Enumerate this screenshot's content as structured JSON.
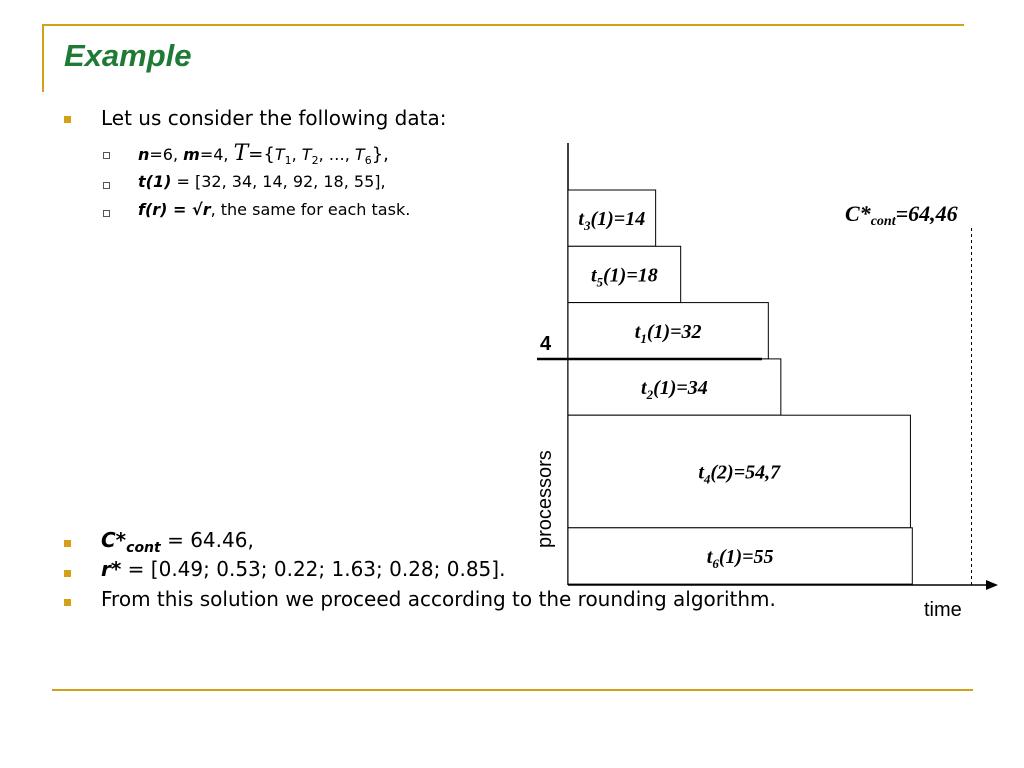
{
  "slide": {
    "title": "Example",
    "intro": "Let us consider the following data:",
    "data_lines": {
      "n_label": "n",
      "n_eq": "=6, ",
      "m_label": "m",
      "m_eq": "=4, ",
      "set_symbol": "T",
      "set_open": "={",
      "t1": "T",
      "t1_sub": "1",
      "sep1": ", ",
      "t2": "T",
      "t2_sub": "2",
      "sep2": ", …, ",
      "t6": "T",
      "t6_sub": "6",
      "set_close": "},",
      "t1_label": "t(1)",
      "t1_values": " = [32, 34, 14, 92, 18, 55],",
      "f_label": "f(r) = √r",
      "f_desc": ", the same for each task."
    },
    "c_line": {
      "label": "C*",
      "sub": "cont",
      "value": " = 64.46,"
    },
    "r_line": {
      "label": "r*",
      "value": " = [0.49; 0.53; 0.22; 1.63; 0.28; 0.85]."
    },
    "final_line": "From this solution we proceed according to the rounding algorithm."
  },
  "chart_data": {
    "type": "bar",
    "x_axis_label": "time",
    "y_axis_label": "processors",
    "processor_level_label": "4",
    "bound_label_main": "C*",
    "bound_label_sub": "cont",
    "bound_label_value": "=64,46",
    "bound_value": 64.46,
    "bars": [
      {
        "task": "t",
        "sub": "3",
        "text": "(1)=14",
        "duration": 14,
        "processors": 1
      },
      {
        "task": "t",
        "sub": "5",
        "text": "(1)=18",
        "duration": 18,
        "processors": 1
      },
      {
        "task": "t",
        "sub": "1",
        "text": "(1)=32",
        "duration": 32,
        "processors": 1
      },
      {
        "task": "t",
        "sub": "2",
        "text": "(1)=34",
        "duration": 34,
        "processors": 1
      },
      {
        "task": "t",
        "sub": "4",
        "text": "(2)=54,7",
        "duration": 54.7,
        "processors": 2
      },
      {
        "task": "t",
        "sub": "6",
        "text": "(1)=55",
        "duration": 55,
        "processors": 1
      }
    ]
  }
}
